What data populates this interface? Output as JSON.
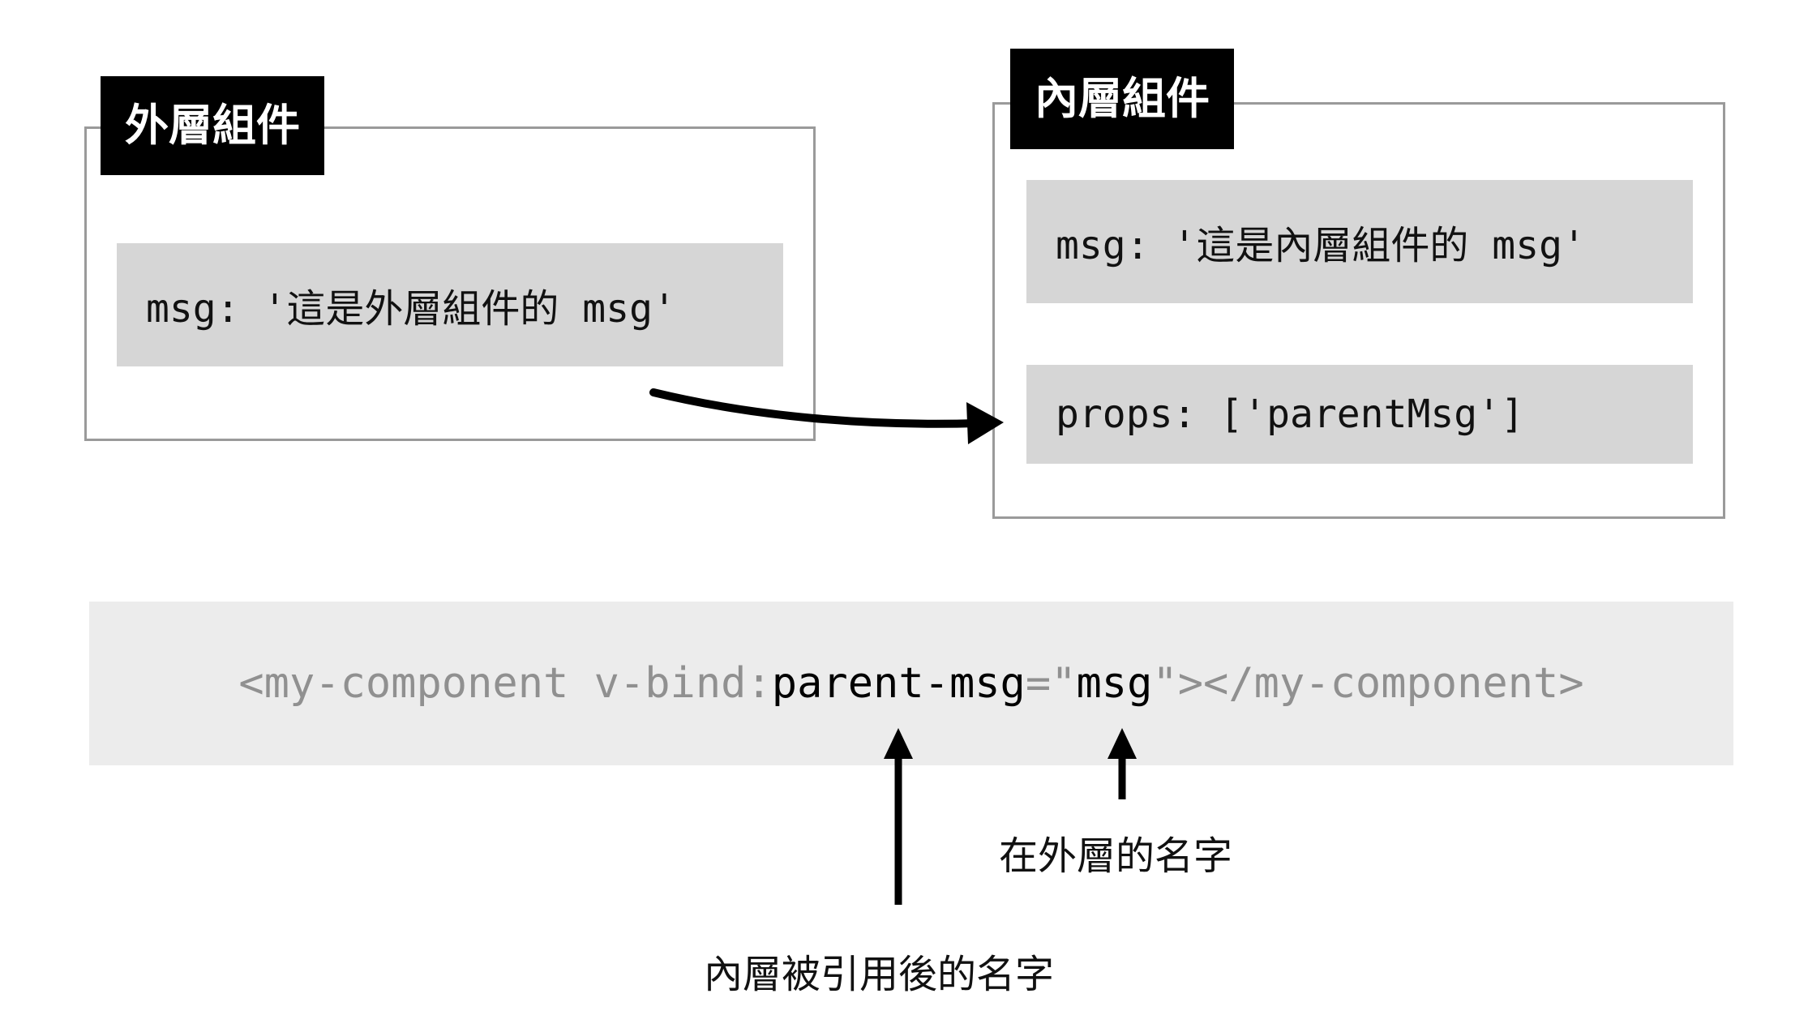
{
  "outer_component": {
    "label": "外層組件",
    "msg_line": "msg: '這是外層組件的 msg'"
  },
  "inner_component": {
    "label": "內層組件",
    "msg_line": "msg: '這是內層組件的 msg'",
    "props_line": "props: ['parentMsg']"
  },
  "template": {
    "open_tag_start": "<my-component v-bind:",
    "attr_name": "parent-msg",
    "equals": "=",
    "quote_open": "\"",
    "attr_value": "msg",
    "quote_close": "\"",
    "tag_end": "></my-component>"
  },
  "captions": {
    "outer_name": "在外層的名字",
    "inner_name": "內層被引用後的名字"
  },
  "colors": {
    "label_bg": "#000000",
    "code_bg": "#d6d6d6",
    "template_bg": "#ececec",
    "border": "#9a9a9a",
    "muted_text": "#909090"
  }
}
